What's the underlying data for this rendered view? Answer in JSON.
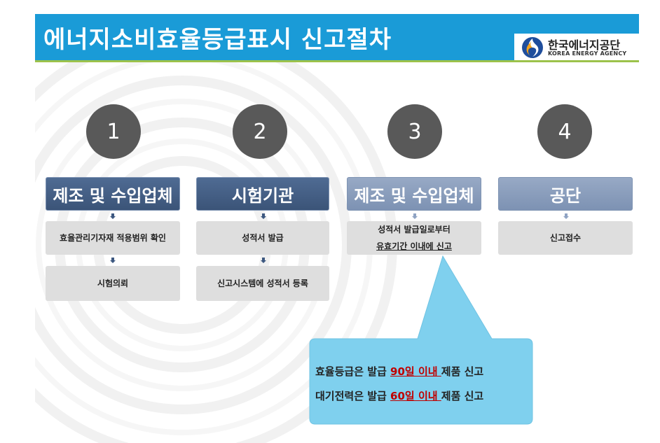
{
  "title": "에너지소비효율등급표시 신고절차",
  "logo": {
    "name": "한국에너지공단",
    "subtitle": "KOREA ENERGY AGENCY",
    "icon": "korea-energy-agency-logo"
  },
  "colors": {
    "title_bar": "#1a9bd7",
    "title_underline": "#9cc24b",
    "step_circle": "#595959",
    "header_dark": "#3b5478",
    "header_light": "#7d92b3",
    "text_box": "#dedede",
    "callout": "#7fd0ee",
    "emphasis": "#c00000"
  },
  "steps": [
    {
      "number": "1",
      "header": "제조 및 수입업체",
      "items": [
        "효율관리기자재 적용범위 확인",
        "시험의뢰"
      ]
    },
    {
      "number": "2",
      "header": "시험기관",
      "items": [
        "성적서 발급",
        "신고시스템에 성적서 등록"
      ]
    },
    {
      "number": "3",
      "header": "제조 및 수입업체",
      "items": [
        "성적서 발급일로부터",
        "유효기간 이내에 신고"
      ]
    },
    {
      "number": "4",
      "header": "공단",
      "items": [
        "신고접수"
      ]
    }
  ],
  "callout": {
    "line1": {
      "before": "효율등급은 발급 ",
      "highlight": "90일 이내 ",
      "after": "제품 신고"
    },
    "line2": {
      "before": "대기전력은 발급 ",
      "highlight": "60일 이내 ",
      "after": "제품 신고"
    }
  }
}
